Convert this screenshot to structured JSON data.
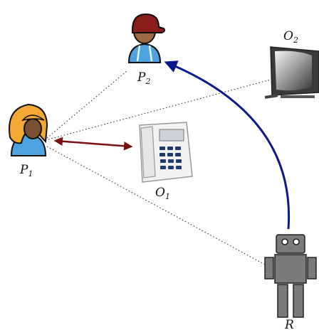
{
  "labels": {
    "p1": {
      "main": "P",
      "sub": "1"
    },
    "p2": {
      "main": "P",
      "sub": "2"
    },
    "o1": {
      "main": "O",
      "sub": "1"
    },
    "o2": {
      "main": "O",
      "sub": "2"
    },
    "r": {
      "main": "R",
      "sub": ""
    }
  },
  "colors": {
    "dark_red_arrow": "#7a1010",
    "navy_arrow": "#0d1a8c",
    "dotted_link": "#333333",
    "cap_red": "#8b1d1d",
    "shirt_blue": "#4da3e0",
    "hair_orange": "#f3a833",
    "robot_gray": "#7a7a7a"
  },
  "icons": [
    "person-p1-icon",
    "person-p2-icon",
    "telephone-icon",
    "television-icon",
    "robot-icon"
  ]
}
